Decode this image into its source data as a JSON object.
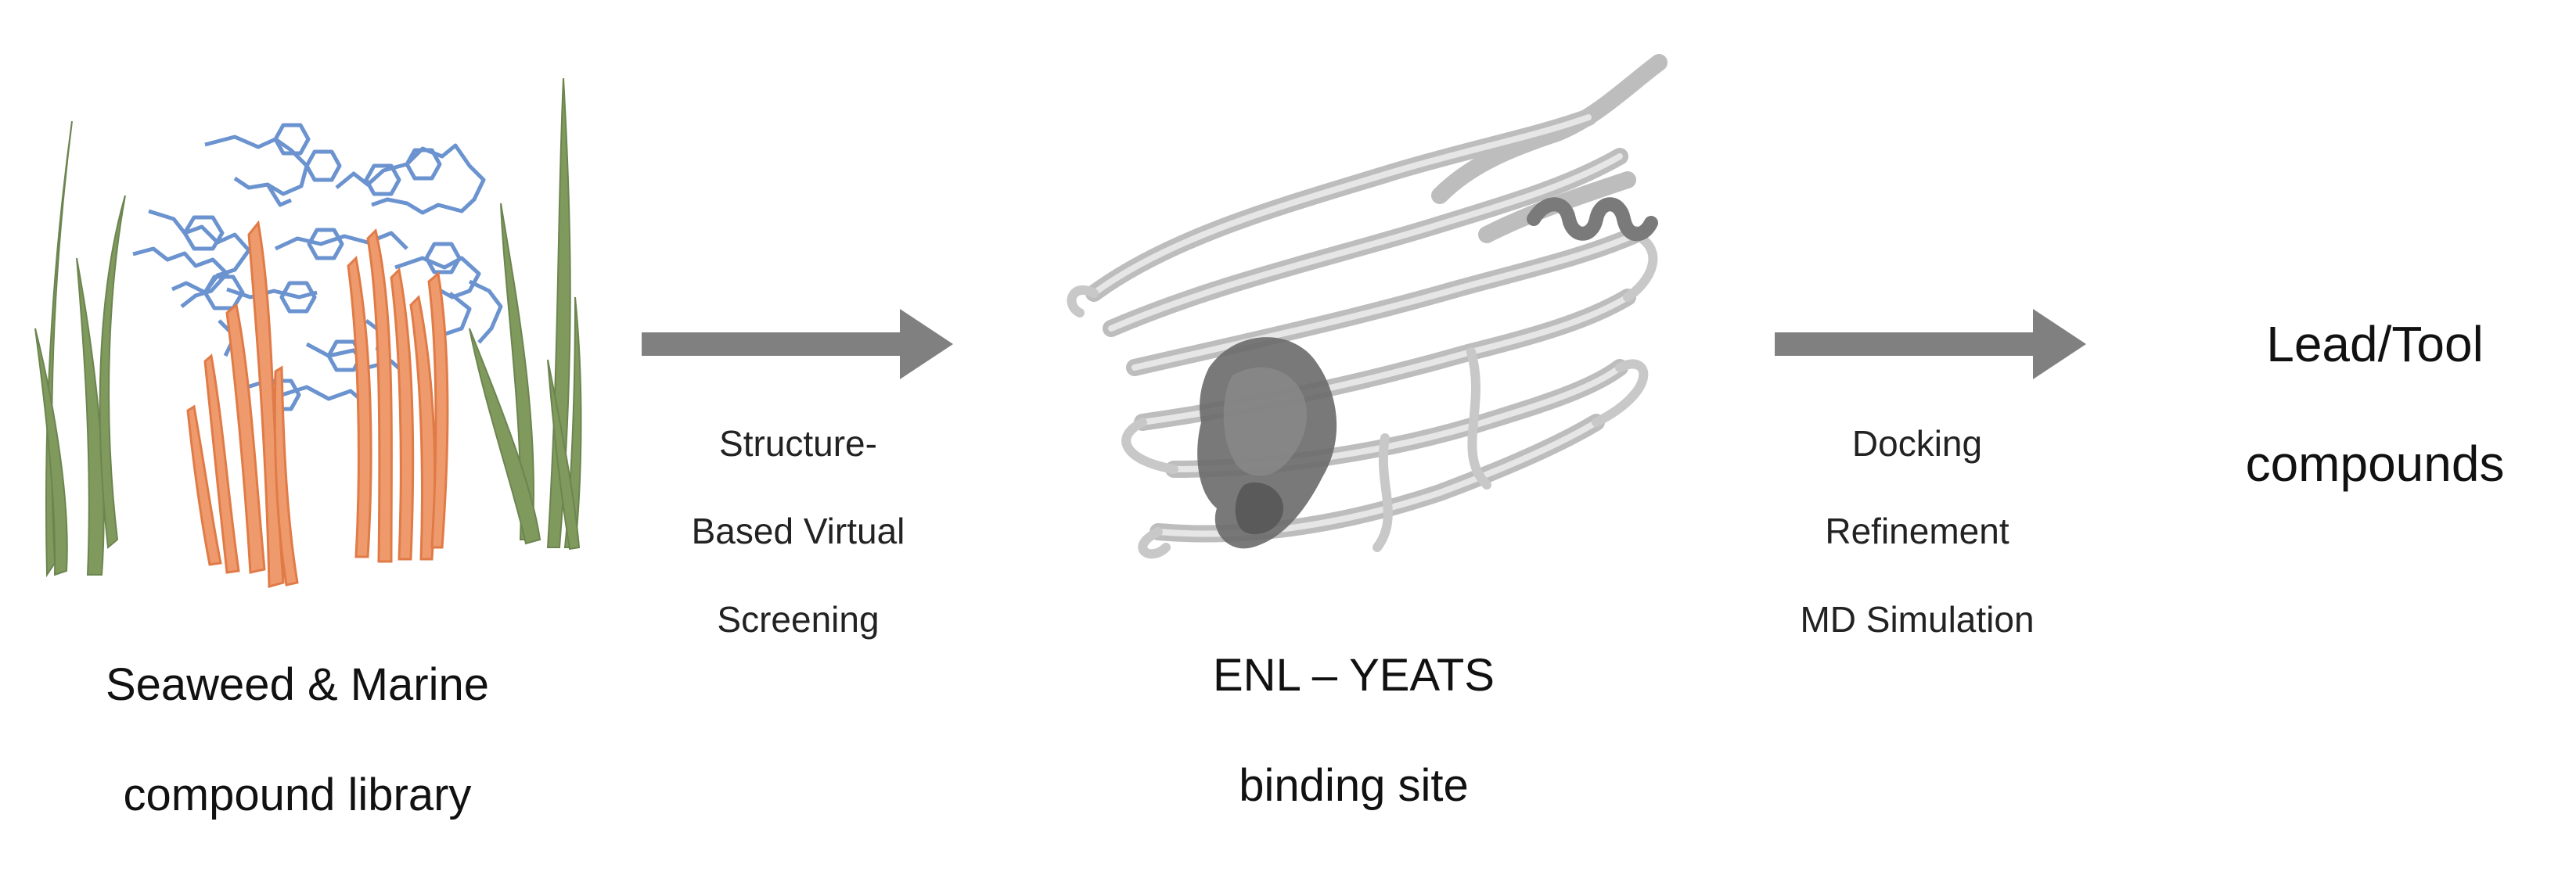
{
  "stages": {
    "library": {
      "label_line1": "Seaweed & Marine",
      "label_line2": "compound library",
      "icon": "seaweed-molecules-illustration"
    },
    "target": {
      "label_line1": "ENL – YEATS",
      "label_line2": "binding site",
      "icon": "protein-ribbon-structure"
    },
    "result": {
      "label_line1": "Lead/Tool",
      "label_line2": "compounds"
    }
  },
  "steps": {
    "screening": {
      "line1": "Structure-",
      "line2": "Based Virtual",
      "line3": "Screening"
    },
    "refinement": {
      "line1": "Docking",
      "line2": "Refinement",
      "line3": "MD Simulation"
    }
  },
  "colors": {
    "arrow": "#808080",
    "seaweed_green": "#7f9a5c",
    "seaweed_orange": "#ef9a6c",
    "molecule_blue": "#6b93cf",
    "protein_gray": "#bdbdbd",
    "binding_site": "#6a6a6a"
  }
}
